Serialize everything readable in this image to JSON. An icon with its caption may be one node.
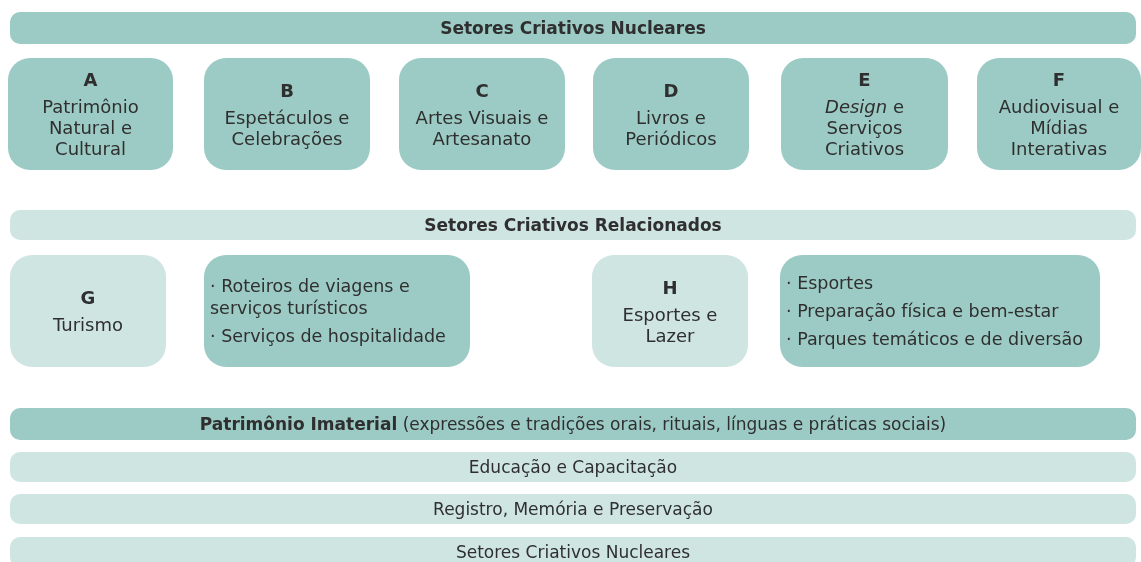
{
  "diagram": {
    "nodes": [
      {
        "text": [
          "Setores Criativos Nucleares"
        ]
      },
      {
        "text": [
          "A",
          "Patrimônio Natural e Cultural"
        ]
      },
      {
        "text": [
          "B",
          "Espetáculos e Celebrações"
        ]
      },
      {
        "text": [
          "C",
          "Artes Visuais e Artesanato"
        ]
      },
      {
        "text": [
          "D",
          "Livros e Periódicos"
        ]
      },
      {
        "text": [
          "E",
          "*Design* e Serviços Criativos"
        ]
      },
      {
        "text": [
          "F",
          "Audiovisual e Mídias Interativas"
        ]
      },
      {
        "text": [
          "Setores Criativos Relacionados"
        ]
      },
      {
        "text": [
          "G",
          "Turismo"
        ]
      },
      {
        "text": [
          "· Roteiros de viagens e serviços turísticos",
          "· Serviços de hospitalidade"
        ]
      },
      {
        "text": [
          "H",
          "Esportes e Lazer"
        ]
      },
      {
        "text": [
          "· Esportes",
          "· Preparação física e bem-estar",
          "· Parques temáticos e de diversão"
        ]
      },
      {
        "text": [
          "**Patrimônio Imaterial** (expressões e tradições orais, rituais, línguas e práticas sociais)"
        ]
      },
      {
        "text": [
          "Educação e Capacitação"
        ]
      },
      {
        "text": [
          "Registro, Memória e Preservação"
        ]
      },
      {
        "text": [
          "Setores Criativos Nucleares"
        ]
      }
    ]
  }
}
